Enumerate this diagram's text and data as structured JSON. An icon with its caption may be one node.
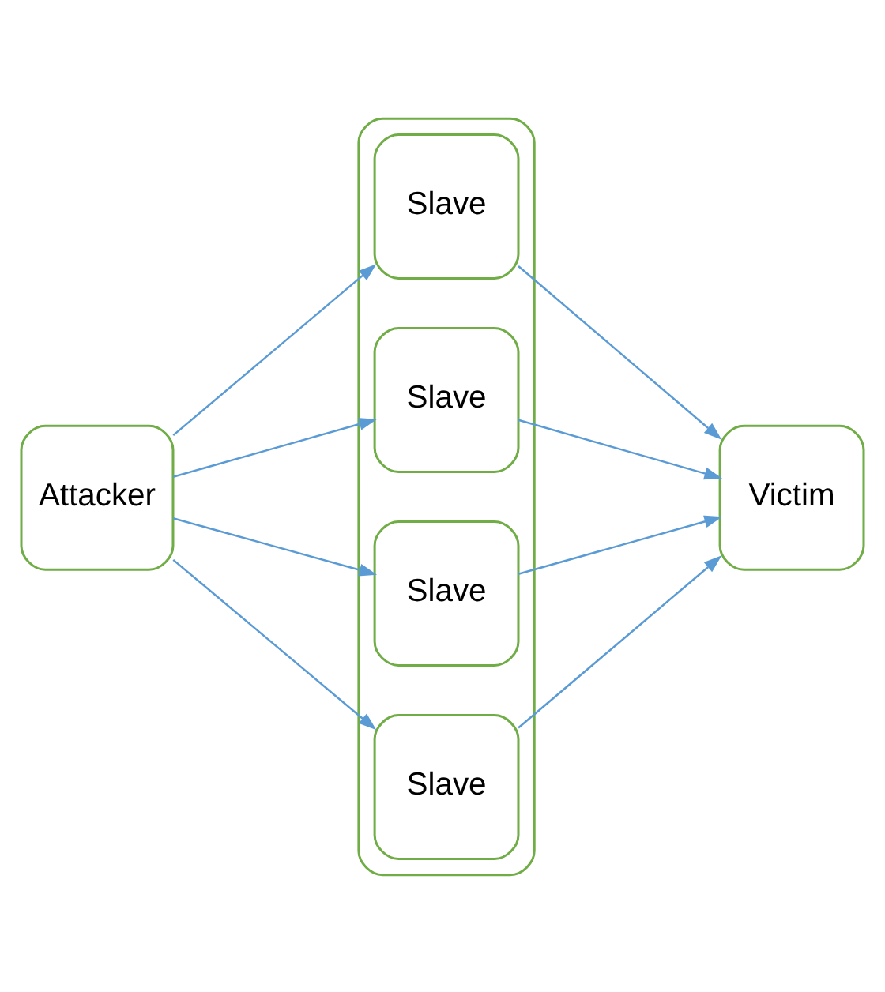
{
  "diagram": {
    "nodes": [
      {
        "text": [
          "Attacker"
        ]
      },
      {
        "text": [],
        "shape": "cloud"
      },
      {
        "text": [
          "Slave"
        ],
        "in": 1
      },
      {
        "text": [
          "Slave"
        ],
        "in": 1
      },
      {
        "text": [
          "Slave"
        ],
        "in": 1
      },
      {
        "text": [
          "Slave"
        ],
        "in": 1
      },
      {
        "text": [
          "Victim"
        ]
      }
    ],
    "edges": [
      {
        "from": 0,
        "to": 2,
        "arrow": "to"
      },
      {
        "from": 0,
        "to": 3,
        "arrow": "to"
      },
      {
        "from": 0,
        "to": 4,
        "arrow": "to"
      },
      {
        "from": 0,
        "to": 5,
        "arrow": "to"
      },
      {
        "from": 2,
        "to": 6,
        "arrow": "to"
      },
      {
        "from": 3,
        "to": 6,
        "arrow": "to"
      },
      {
        "from": 4,
        "to": 6,
        "arrow": "to"
      },
      {
        "from": 5,
        "to": 6,
        "arrow": "to"
      }
    ]
  }
}
